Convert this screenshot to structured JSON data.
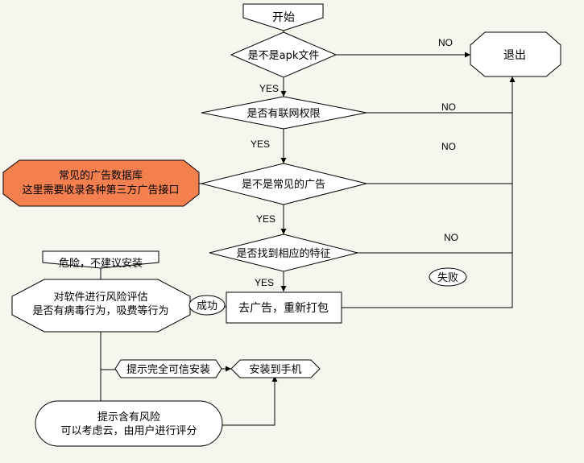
{
  "nodes": {
    "start": "开始",
    "is_apk": "是不是apk文件",
    "exit": "退出",
    "has_network": "是否有联网权限",
    "common_ad_db_line1": "常见的广告数据库",
    "common_ad_db_line2": "这里需要收录各种第三方广告接口",
    "is_common_ad": "是不是常见的广告",
    "danger_note": "危险，不建议安装",
    "find_feature": "是否找到相应的特征",
    "fail": "失败",
    "risk_eval_line1": "对软件进行风险评估",
    "risk_eval_line2": "是否有病毒行为，吸费等行为",
    "success": "成功",
    "remove_ad": "去广告，重新打包",
    "fully_trusted": "提示完全可信安装",
    "install": "安装到手机",
    "has_risk_line1": "提示含有风险",
    "has_risk_line2": "可以考虑云，由用户进行评分"
  },
  "edges": {
    "yes_1": "YES",
    "yes_2": "YES",
    "yes_3": "YES",
    "yes_4": "YES",
    "no_1": "NO",
    "no_2": "NO",
    "no_3": "NO",
    "no_4": "NO"
  }
}
